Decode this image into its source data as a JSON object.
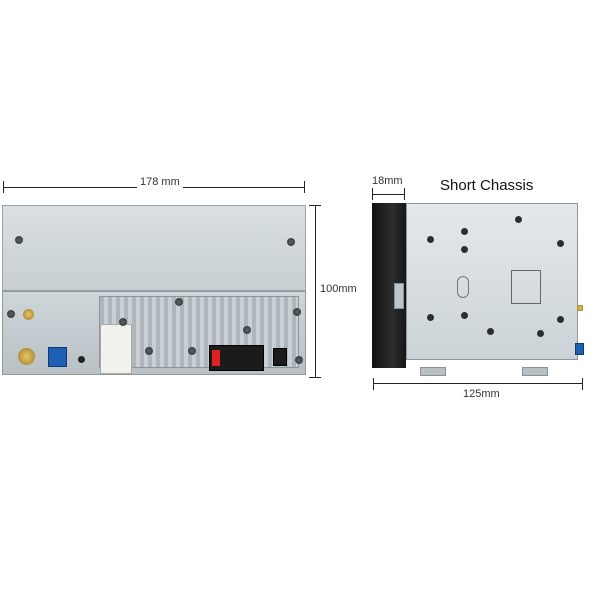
{
  "dimensions": {
    "width_label": "178 mm",
    "height_label": "100mm",
    "depth_front_label": "18mm",
    "depth_label": "125mm"
  },
  "side_view": {
    "title": "Short Chassis"
  },
  "colors": {
    "chassis": "#cfd6da",
    "bezel": "#1b1b1b",
    "connector_white": "#f1f1ee",
    "connector_blue": "#1e5fb3",
    "connector_red": "#d22222",
    "antenna_gold": "#c9a449"
  },
  "icons": [
    "screw-icon",
    "antenna-jack-icon",
    "usb-port-icon",
    "fakra-connector-icon"
  ]
}
